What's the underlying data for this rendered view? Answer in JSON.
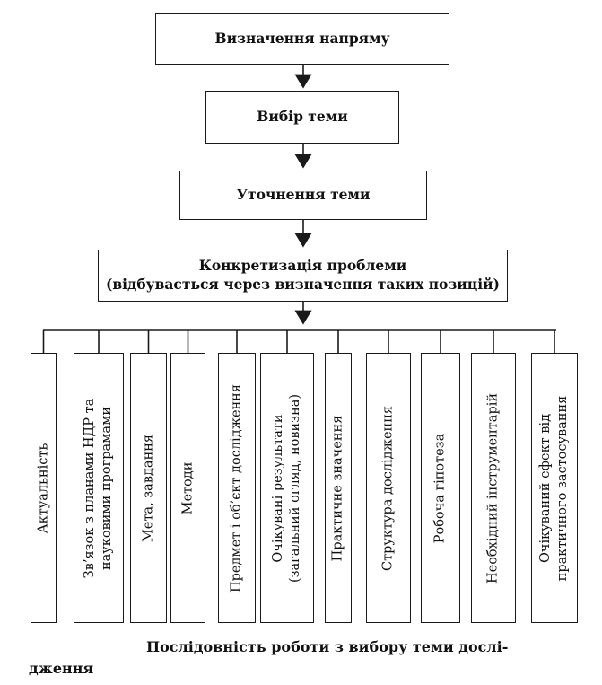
{
  "steps": [
    "Визначення напряму",
    "Вибір теми",
    "Уточнення теми"
  ],
  "problem": {
    "line1": "Конкретизація проблеми",
    "line2": "(відбувається через визначення таких позицій)"
  },
  "positions": [
    [
      "Актуальність"
    ],
    [
      "Зв’язок з планами НДР та",
      "науковими програмами"
    ],
    [
      "Мета, завдання"
    ],
    [
      "Методи"
    ],
    [
      "Предмет і об’єкт дослідження"
    ],
    [
      "Очікувані результати",
      "(загальний огляд, новизна)"
    ],
    [
      "Практичне значення"
    ],
    [
      "Структура дослідження"
    ],
    [
      "Робоча гіпотеза"
    ],
    [
      "Необхідний інструментарій"
    ],
    [
      "Очікуваний ефект від",
      "практичного застосування"
    ]
  ],
  "caption": {
    "line1": "Послідовність роботи з вибору теми дослі-",
    "line2": "дження"
  }
}
